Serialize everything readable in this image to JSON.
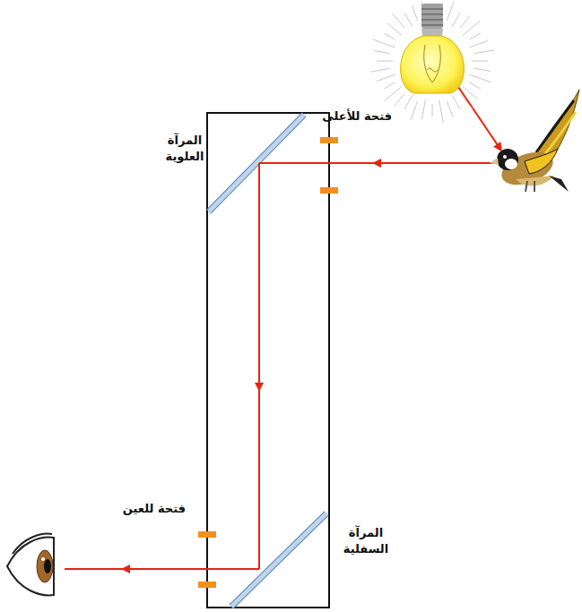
{
  "diagram": {
    "labels": [
      "فتحة للأعلى",
      "المرآة العلوية",
      "فتحة للعين",
      "المرآة السفلية"
    ]
  }
}
